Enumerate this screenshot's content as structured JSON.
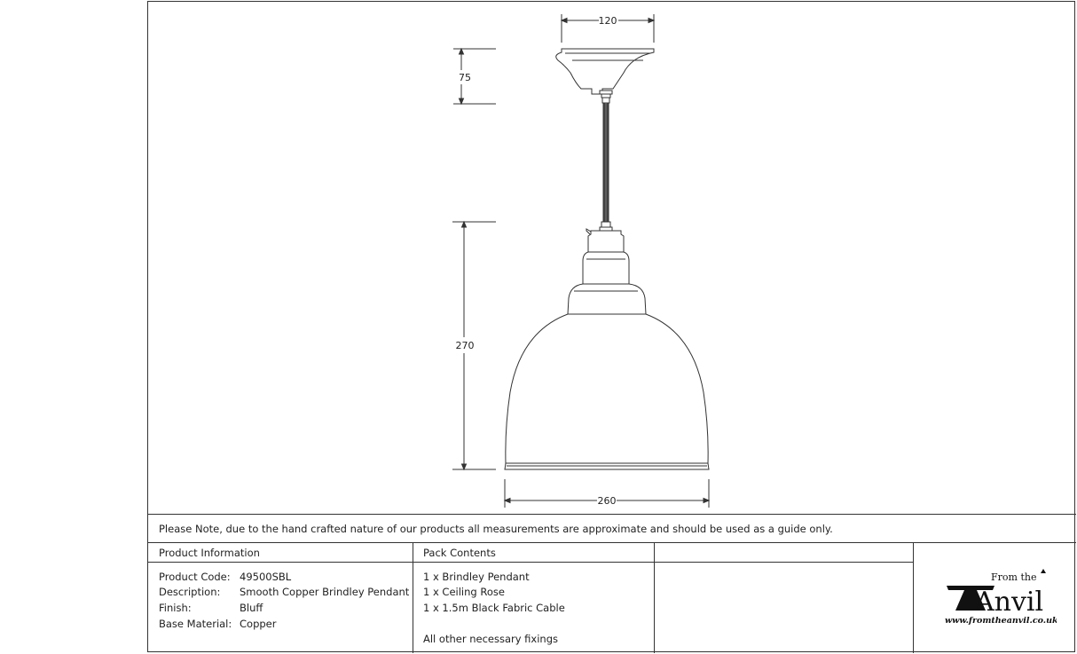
{
  "dimensions": {
    "rose_width": "120",
    "rose_height": "75",
    "shade_height": "270",
    "shade_width": "260"
  },
  "note": "Please Note, due to the hand crafted nature of our products all measurements are approximate and should be used as a guide only.",
  "product_info": {
    "header": "Product Information",
    "rows": [
      {
        "label": "Product Code:",
        "value": "49500SBL"
      },
      {
        "label": "Description:",
        "value": "Smooth Copper Brindley Pendant"
      },
      {
        "label": "Finish:",
        "value": "Bluff"
      },
      {
        "label": "Base Material:",
        "value": "Copper"
      }
    ]
  },
  "pack_contents": {
    "header": "Pack Contents",
    "items": [
      "1 x Brindley Pendant",
      "1 x Ceiling Rose",
      "1 x 1.5m Black Fabric Cable"
    ],
    "footer": "All other necessary fixings"
  },
  "logo": {
    "from_the": "From the",
    "brand": "Anvil",
    "url": "www.fromtheanvil.co.uk"
  }
}
